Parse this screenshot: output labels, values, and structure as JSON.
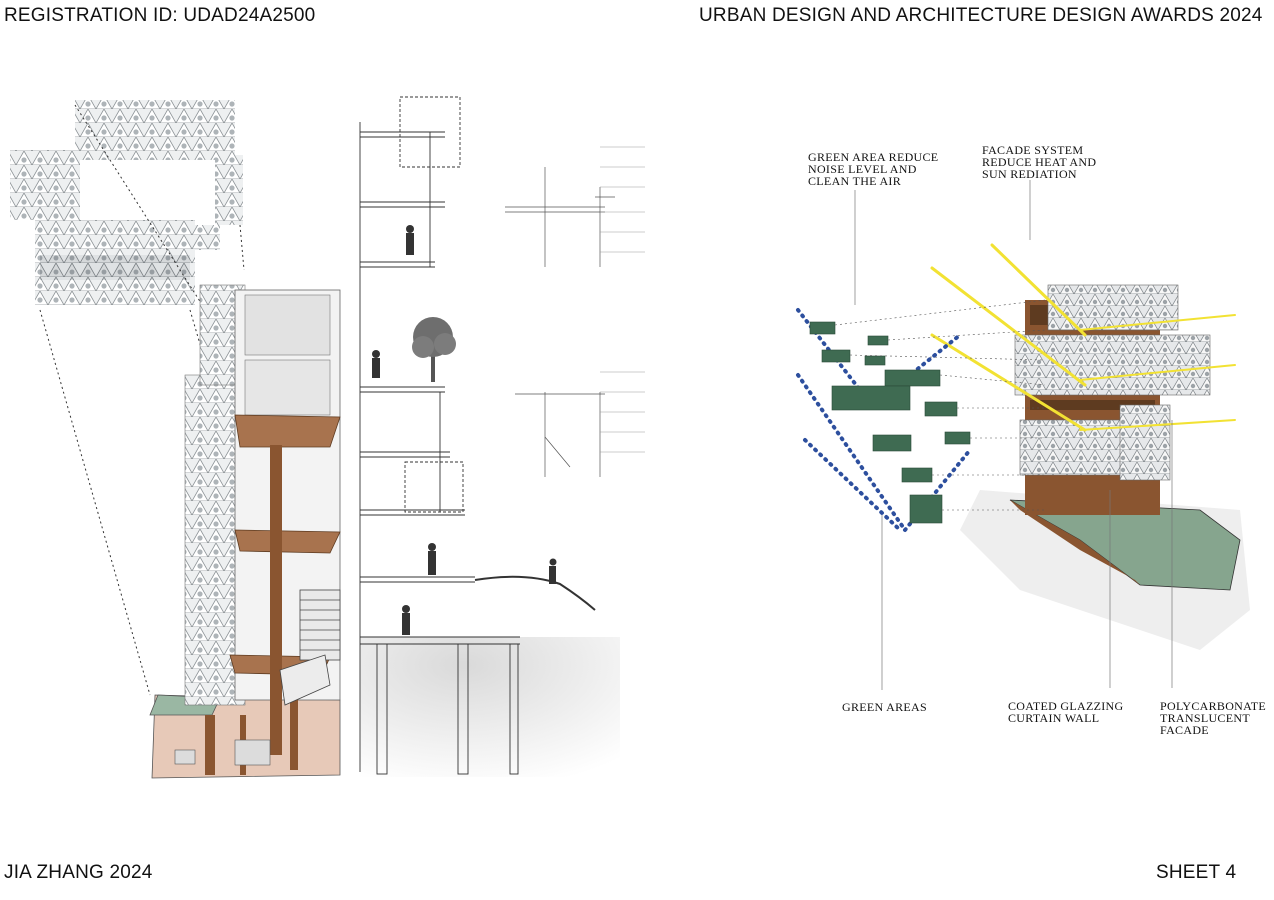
{
  "header": {
    "registration": "REGISTRATION ID: UDAD24A2500",
    "title": "URBAN DESIGN AND ARCHITECTURE DESIGN AWARDS 2024"
  },
  "footer": {
    "author": "JIA ZHANG 2024",
    "sheet": "SHEET  4"
  },
  "diagram": {
    "callouts": {
      "green_area_reduce": "GREEN AREA REDUCE\nNOISE LEVEL AND\nCLEAN THE AIR",
      "facade_system": "FACADE SYSTEM\nREDUCE HEAT AND\nSUN REDIATION",
      "green_areas": "GREEN AREAS",
      "coated_glazing": "COATED GLAZZING\nCURTAIN WALL",
      "polycarbonate": "POLYCARBONATE\nTRANSLUCENT\nFACADE"
    },
    "colors": {
      "green_block": "#3f6b52",
      "wood": "#8a5530",
      "sun_ray": "#f2e233",
      "dotted_blue": "#2d4f9e",
      "ground_green": "#86a58e",
      "floor_pink": "#e7c9b8",
      "facade_grey": "#cfd2d4"
    }
  }
}
